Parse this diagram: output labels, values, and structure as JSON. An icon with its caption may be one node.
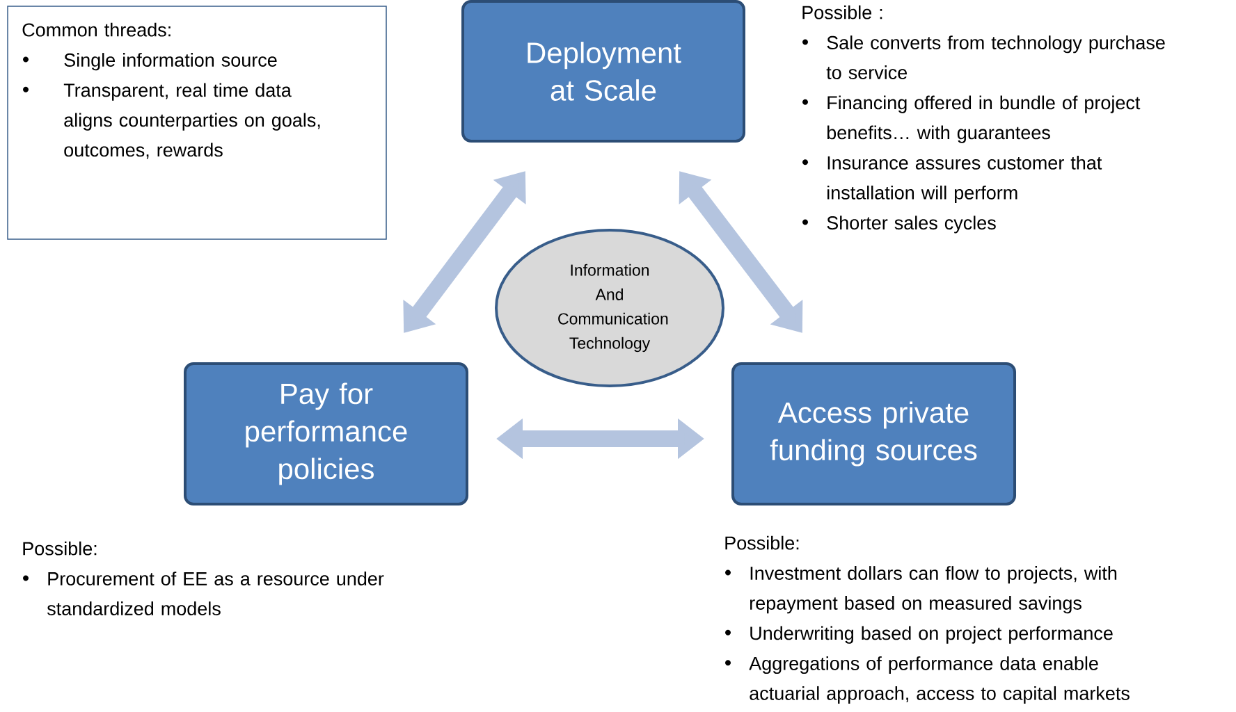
{
  "diagram": {
    "nodes": [
      {
        "text": [
          "Common threads:",
          "Single information source",
          "Transparent, real time data aligns counterparties on goals, outcomes, rewards"
        ]
      },
      {
        "text": [
          "Deployment at Scale"
        ],
        "beside": [
          "Possible :",
          "Sale converts from technology purchase to service",
          "Financing offered in bundle of project benefits… with guarantees",
          "Insurance assures customer that installation will perform",
          "Shorter sales cycles"
        ]
      },
      {
        "text": [
          "Information And Communication Technology"
        ]
      },
      {
        "text": [
          "Pay for performance policies"
        ],
        "beside": [
          "Possible:",
          "Procurement of EE as a resource under standardized models"
        ]
      },
      {
        "text": [
          "Access private funding sources"
        ],
        "beside": [
          "Possible:",
          "Investment dollars can flow to projects, with repayment based on measured savings",
          "Underwriting based on project performance",
          "Aggregations of performance data enable actuarial approach, access to capital markets"
        ]
      }
    ],
    "edges": [
      {
        "from": 1,
        "to": 3,
        "arrow": "both"
      },
      {
        "from": 1,
        "to": 4,
        "arrow": "both"
      },
      {
        "from": 3,
        "to": 4,
        "arrow": "both"
      }
    ]
  }
}
